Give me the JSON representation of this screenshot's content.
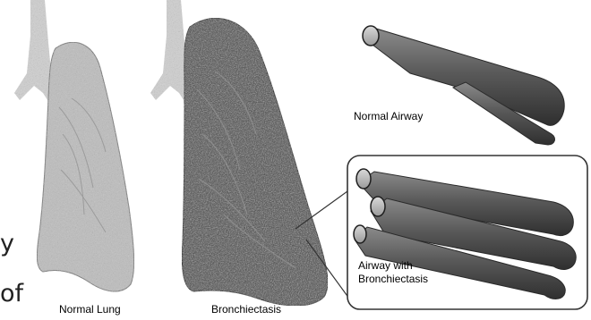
{
  "diagram": {
    "captions": {
      "normal_lung": "Normal Lung",
      "bronchiectasis": "Bronchiectasis",
      "normal_airway": "Normal Airway",
      "airway_with_bronchiectasis": "Airway with Bronchiectasis"
    },
    "cropped_text_fragments": [
      "y",
      "of"
    ],
    "colors": {
      "normal_lung_fill": "#bdbdbd",
      "bronchiectasis_lung_fill": "#5c5c5c",
      "trachea_fill": "#cfcfcf",
      "airway_fill": "#6e6e6e",
      "callout_border": "#333333"
    }
  }
}
